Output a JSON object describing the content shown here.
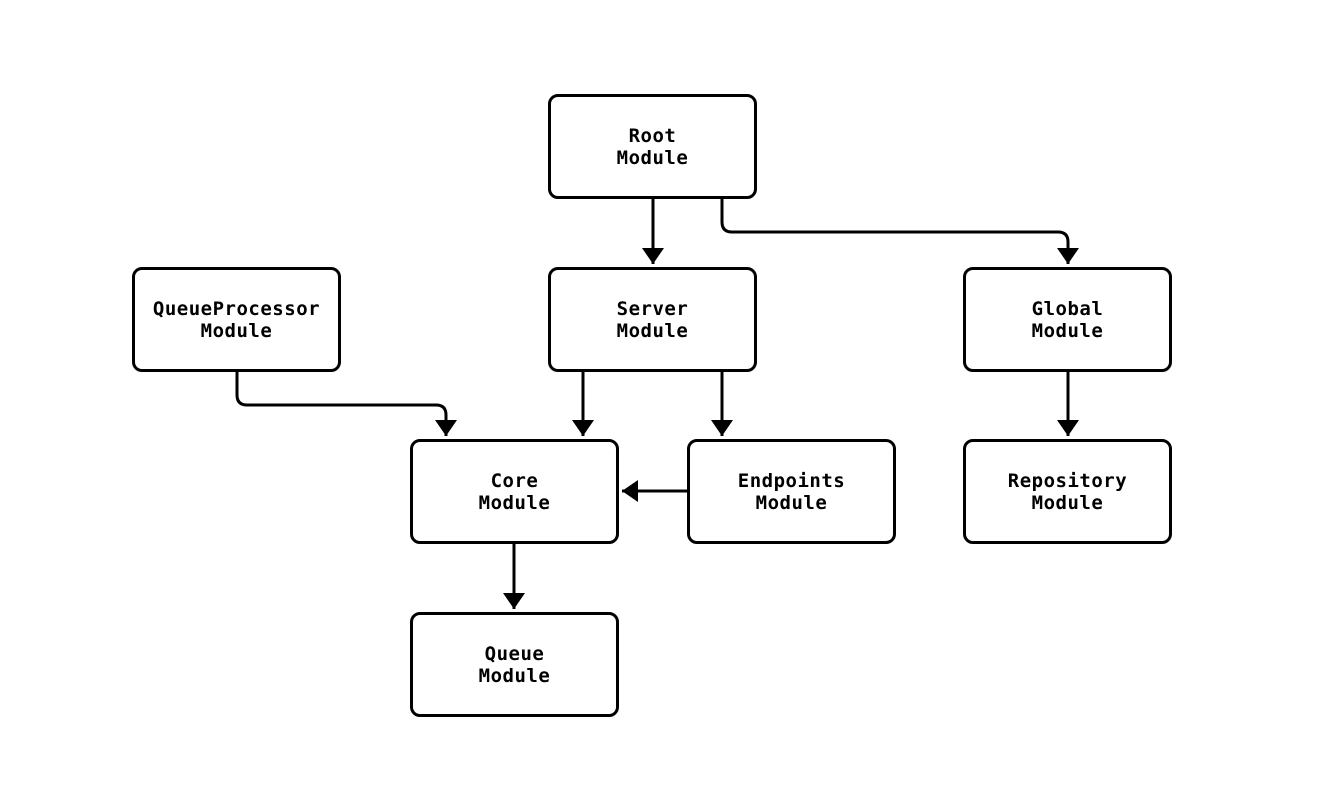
{
  "diagram": {
    "type": "flowchart",
    "background_color": "#ffffff",
    "node_fill_color": "#ffffff",
    "node_border_color": "#000000",
    "text_color": "#000000",
    "arrow_color": "#000000",
    "nodes": [
      {
        "id": "root",
        "label": "Root\nModule"
      },
      {
        "id": "queueprocessor",
        "label": "QueueProcessor\nModule"
      },
      {
        "id": "server",
        "label": "Server\nModule"
      },
      {
        "id": "global",
        "label": "Global\nModule"
      },
      {
        "id": "core",
        "label": "Core\nModule"
      },
      {
        "id": "endpoints",
        "label": "Endpoints\nModule"
      },
      {
        "id": "repository",
        "label": "Repository\nModule"
      },
      {
        "id": "queue",
        "label": "Queue\nModule"
      }
    ],
    "edges": [
      {
        "from": "root",
        "to": "server"
      },
      {
        "from": "root",
        "to": "global"
      },
      {
        "from": "server",
        "to": "core"
      },
      {
        "from": "server",
        "to": "endpoints"
      },
      {
        "from": "queueprocessor",
        "to": "core"
      },
      {
        "from": "endpoints",
        "to": "core"
      },
      {
        "from": "core",
        "to": "queue"
      },
      {
        "from": "global",
        "to": "repository"
      }
    ]
  }
}
